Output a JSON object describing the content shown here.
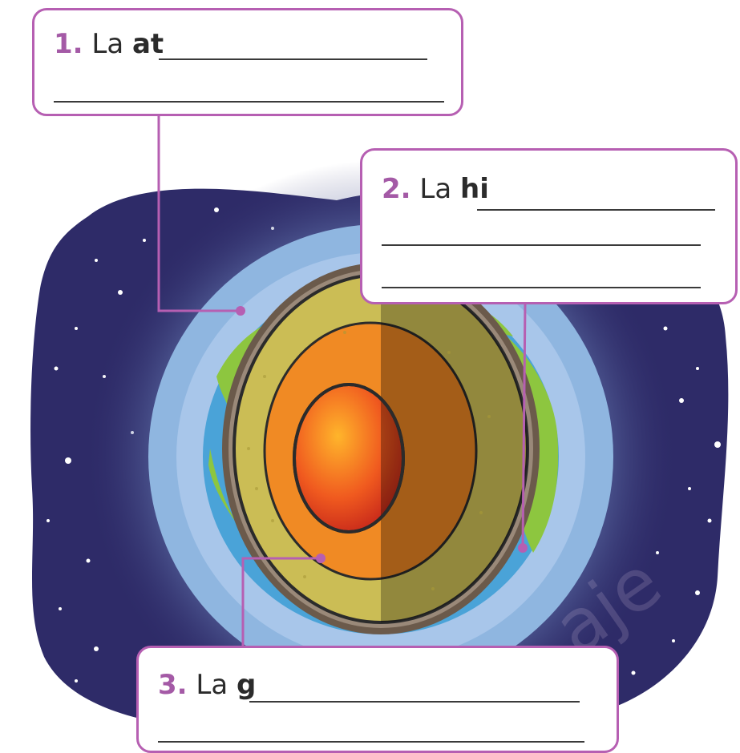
{
  "labels": [
    {
      "number": "1.",
      "prefix": "La",
      "stem": "at",
      "blank_lines": 2
    },
    {
      "number": "2.",
      "prefix": "La",
      "stem": "hi",
      "blank_lines": 3
    },
    {
      "number": "3.",
      "prefix": "La",
      "stem": "g",
      "blank_lines": 2
    }
  ],
  "colors": {
    "space": "#2e2b68",
    "atmosphere": "#8fb6e0",
    "ocean": "#4aa3d8",
    "land": "#8dc63f",
    "crust": "#6b5a4b",
    "mantle": "#cbbd55",
    "outer_core": "#f08a24",
    "inner_core": "#e9461e",
    "leader": "#b65fb2"
  }
}
